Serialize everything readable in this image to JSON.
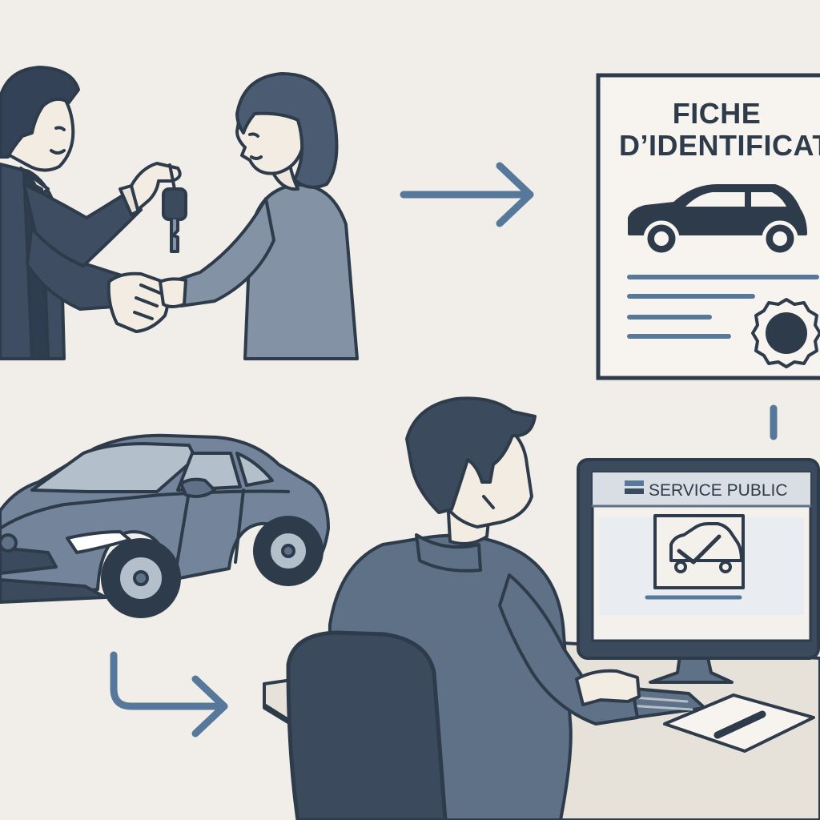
{
  "document": {
    "title_line1": "FICHE",
    "title_line2": "D’IDENTIFICATION"
  },
  "computer": {
    "site_name": "SERVICE PUBLIC"
  },
  "icons": {
    "flow_arrow_1": "arrow-right-icon",
    "flow_arrow_2": "arrow-down-right-icon",
    "doc_seal": "seal-icon",
    "screen_check": "car-check-icon"
  },
  "colors": {
    "background": "#f1eee9",
    "ink": "#2e3b4b",
    "accent_blue": "#56789a",
    "slate_light": "#8392a4",
    "slate_mid": "#5f7186",
    "slate_dark": "#3b4a5d"
  }
}
